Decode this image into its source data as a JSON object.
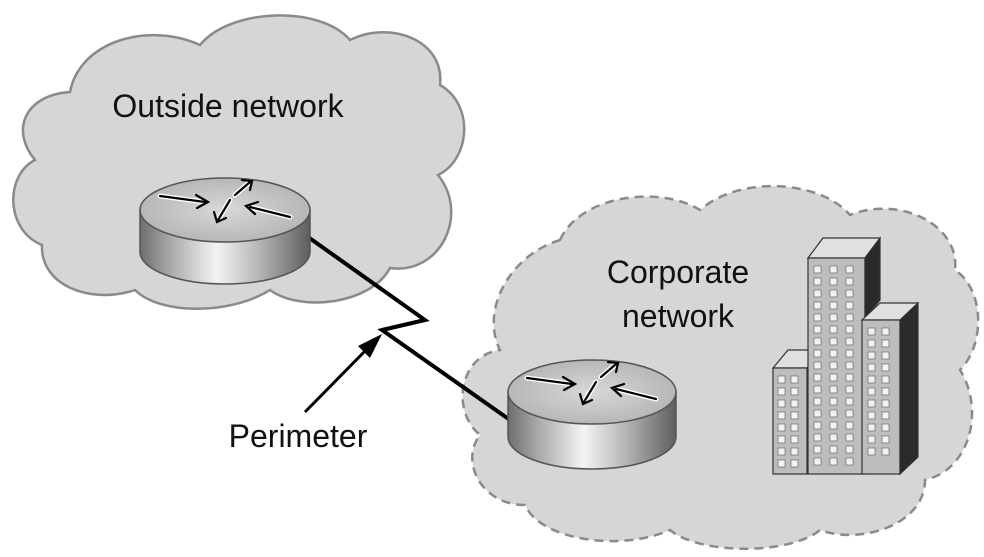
{
  "labels": {
    "outside_network": "Outside network",
    "corporate_network_line1": "Corporate",
    "corporate_network_line2": "network",
    "perimeter": "Perimeter"
  },
  "colors": {
    "cloud_fill": "#d6d6d6",
    "cloud_outline": "#8a8a8a",
    "link_line": "#000000",
    "router_body": "#c8c8c8",
    "building_front": "#bdbdbd",
    "building_side": "#2a2a2a",
    "window": "#f2f2f2"
  },
  "icons": {
    "router": "router-icon",
    "building": "office-building-icon",
    "serial_link": "serial-link-icon"
  }
}
